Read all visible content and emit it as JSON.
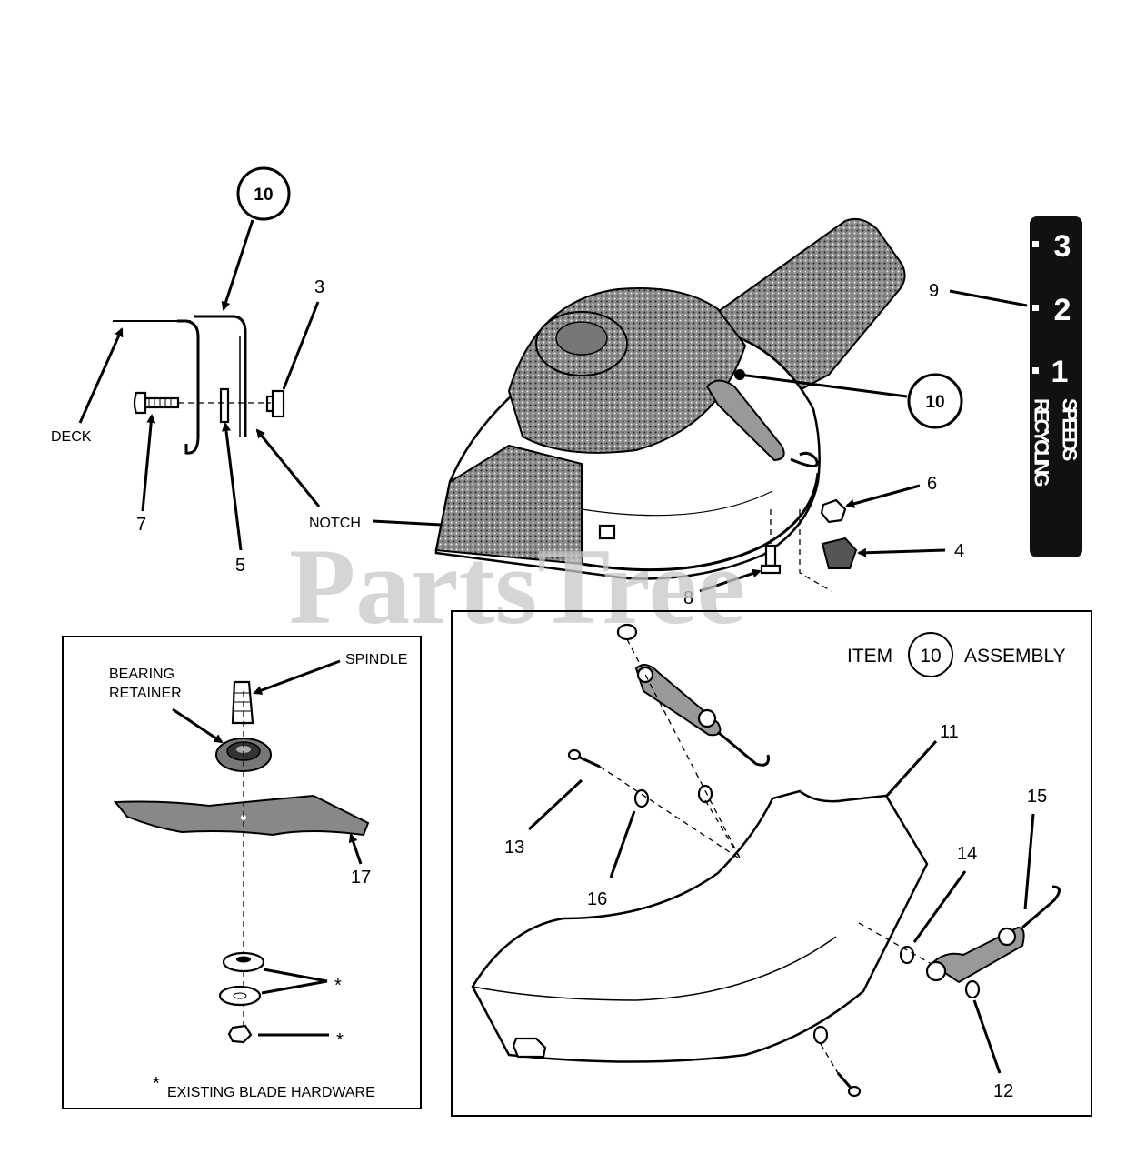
{
  "watermark": "PartsTree",
  "main_view": {
    "callouts": {
      "c10_top": "10",
      "c10_deck": "10",
      "p3": "3",
      "p4": "4",
      "p5": "5",
      "p6": "6",
      "p7": "7",
      "p8": "8",
      "p9": "9"
    },
    "labels": {
      "deck": "DECK",
      "notch": "NOTCH"
    }
  },
  "decal": {
    "speed_3": "3",
    "speed_2": "2",
    "speed_1": "1",
    "word_recycling": "RECYCLING",
    "word_speeds": "SPEEDS"
  },
  "blade_inset": {
    "labels": {
      "spindle": "SPINDLE",
      "bearing_line1": "BEARING",
      "bearing_line2": "RETAINER",
      "asterisk": "*",
      "footnote_star": "*",
      "footnote_text": "EXISTING BLADE HARDWARE"
    },
    "callouts": {
      "p17": "17"
    }
  },
  "assembly_inset": {
    "title_prefix": "ITEM",
    "title_circle": "10",
    "title_suffix": "ASSEMBLY",
    "callouts": {
      "p11": "11",
      "p12": "12",
      "p13": "13",
      "p14": "14",
      "p15": "15",
      "p16": "16"
    }
  }
}
